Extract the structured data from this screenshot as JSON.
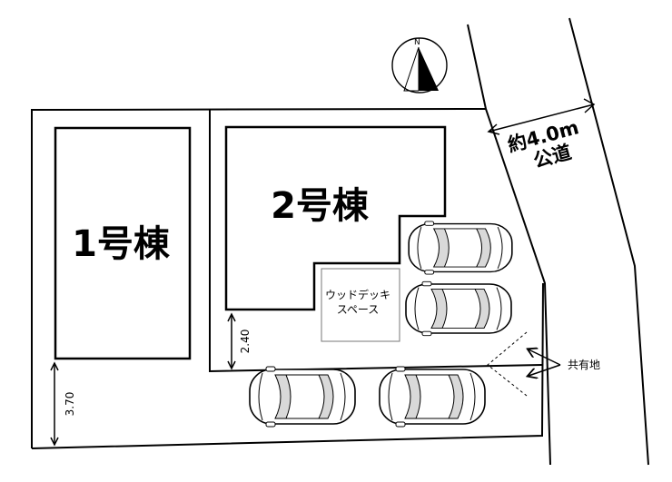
{
  "compass": {
    "label": "N"
  },
  "buildings": [
    {
      "label": "1号棟"
    },
    {
      "label": "2号棟"
    }
  ],
  "wood_deck": {
    "line1": "ウッドデッキ",
    "line2": "スペース"
  },
  "road": {
    "line1": "約4.0m",
    "line2": "公道"
  },
  "dimensions": [
    {
      "value": "2.40"
    },
    {
      "value": "3.70"
    }
  ],
  "shared_land": {
    "label": "共有地"
  }
}
